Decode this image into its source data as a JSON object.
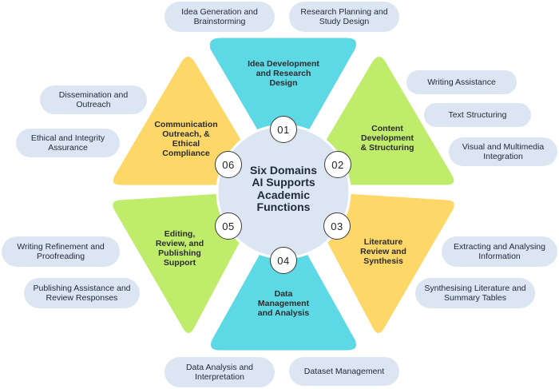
{
  "center": {
    "title": "Six Domains\nAI Supports\nAcademic\nFunctions"
  },
  "colors": {
    "cyan": "#5dd9e6",
    "green": "#c0ec6c",
    "yellow": "#fdd768",
    "hub": "#dce6f2",
    "pill": "#dce6f2"
  },
  "segments": [
    {
      "number": "01",
      "label": "Idea Development\nand Research\nDesign",
      "color": "cyan"
    },
    {
      "number": "02",
      "label": "Content\nDevelopment\n& Structuring",
      "color": "green"
    },
    {
      "number": "03",
      "label": "Literature\nReview and\nSynthesis",
      "color": "yellow"
    },
    {
      "number": "04",
      "label": "Data\nManagement\nand Analysis",
      "color": "cyan"
    },
    {
      "number": "05",
      "label": "Editing,\nReview, and\nPublishing\nSupport",
      "color": "green"
    },
    {
      "number": "06",
      "label": "Communication\nOutreach, &\nEthical\nCompliance",
      "color": "yellow"
    }
  ],
  "pills": [
    {
      "text": "Idea Generation and\nBrainstorming"
    },
    {
      "text": "Research Planning  and\nStudy Design"
    },
    {
      "text": "Writing Assistance"
    },
    {
      "text": "Text Structuring"
    },
    {
      "text": "Visual and Multimedia\nIntegration"
    },
    {
      "text": "Extracting and Analysing\nInformation"
    },
    {
      "text": "Synthesising Literature and\nSummary Tables"
    },
    {
      "text": "Dataset Management"
    },
    {
      "text": "Data Analysis and\nInterpretation"
    },
    {
      "text": "Publishing Assistance and\nReview Responses"
    },
    {
      "text": "Writing Refinement and\nProofreading"
    },
    {
      "text": "Ethical and Integrity\nAssurance"
    },
    {
      "text": "Dissemination and\nOutreach"
    }
  ]
}
